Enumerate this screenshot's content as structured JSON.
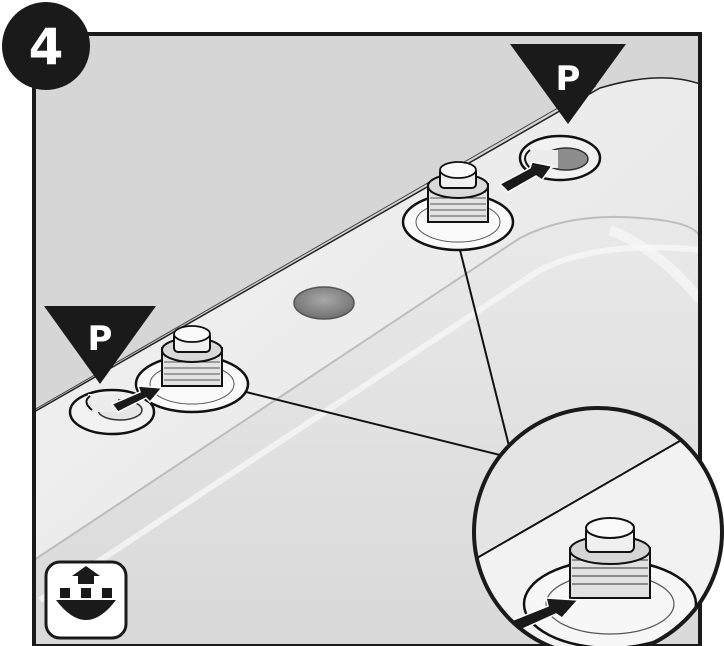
{
  "step": {
    "number": "4"
  },
  "markers": [
    {
      "label": "P"
    },
    {
      "label": "P"
    }
  ],
  "icons": {
    "product_icon": "sink-faucet-icon"
  },
  "colors": {
    "outline": "#111111",
    "panel_fill": "#d6d6d6",
    "sink_surface": "#ececec",
    "hole": "#8a8a8a",
    "badge": "#1a1a1a"
  }
}
